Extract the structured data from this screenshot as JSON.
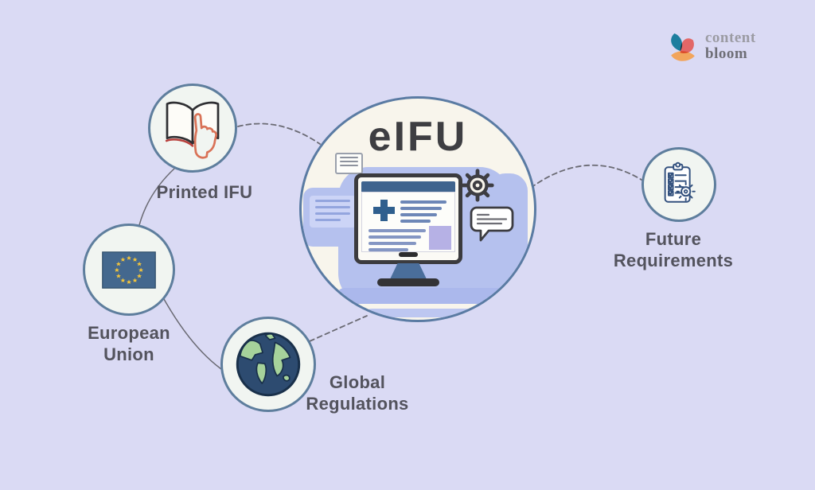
{
  "canvas": {
    "background": "#dadaf4"
  },
  "logo": {
    "icon": "bloom-petals-icon",
    "line1": "content",
    "line2": "bloom",
    "text_color_1": "#9b9ba3",
    "text_color_2": "#6e6e76",
    "petal_colors": [
      "#1d7e9e",
      "#e25653",
      "#f2a55c"
    ]
  },
  "diagram": {
    "center": {
      "title": "eIFU",
      "illustration": "computer-monitor-with-medical-document-gear-and-speech-bubble"
    },
    "nodes": [
      {
        "id": "printed-ifu",
        "label": "Printed IFU",
        "icon": "open-book-hand-icon"
      },
      {
        "id": "european-union",
        "label": "European\nUnion",
        "icon": "eu-flag-icon"
      },
      {
        "id": "global-regulations",
        "label": "Global\nRegulations",
        "icon": "globe-icon"
      },
      {
        "id": "future-requirements",
        "label": "Future\nRequirements",
        "icon": "clipboard-checklist-gear-icon"
      }
    ],
    "connectors": [
      {
        "from": "printed-ifu",
        "to": "eifu-center",
        "style": "dashed"
      },
      {
        "from": "european-union",
        "to": "printed-ifu",
        "style": "solid"
      },
      {
        "from": "european-union",
        "to": "global-regulations",
        "style": "solid"
      },
      {
        "from": "global-regulations",
        "to": "eifu-center",
        "style": "dashed"
      },
      {
        "from": "eifu-center",
        "to": "future-requirements",
        "style": "dashed"
      }
    ],
    "colors": {
      "node_border": "#5e7e9d",
      "node_fill": "#f1f5f1",
      "center_fill": "#f8f5ec",
      "center_border": "#5a7ba3",
      "label_color": "#53535d",
      "connector_color": "#6a6a73",
      "eu_flag_blue": "#44688e",
      "eu_star_gold": "#f2c43c",
      "globe_ocean": "#2d4b70",
      "globe_land": "#a6d29b",
      "hand_coral": "#d97257",
      "clipboard_navy": "#33517e"
    }
  }
}
